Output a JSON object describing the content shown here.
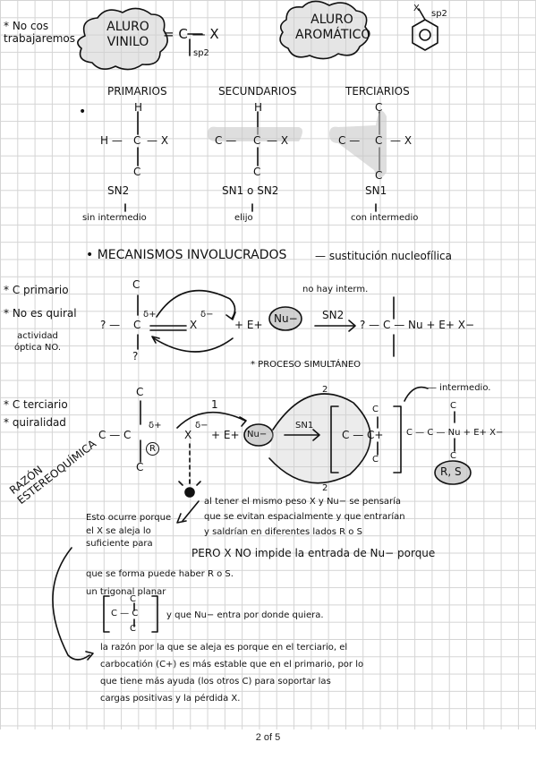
{
  "header": {
    "note": "* No cos trabajaremos",
    "cloud_vinyl": "ALURO VINILO",
    "vinyl_formula": "= C — X",
    "vinyl_sp2": "sp2",
    "cloud_aromatic": "ALURO AROMÁTICO",
    "ring_sp2": "sp2",
    "ring_x": "X"
  },
  "classes": [
    {
      "title": "PRIMARIOS",
      "top": "H",
      "left": "H —",
      "center": "C",
      "right": "— X",
      "bottom": "C",
      "mech": "SN2",
      "note": "sin intermedio"
    },
    {
      "title": "SECUNDARIOS",
      "top": "H",
      "left": "C —",
      "center": "C",
      "right": "— X",
      "bottom": "C",
      "mech": "SN1 o SN2",
      "note": "elijo"
    },
    {
      "title": "TERCIARIOS",
      "top": "C",
      "left": "C —",
      "center": "C",
      "right": "— X",
      "bottom": "C",
      "mech": "SN1",
      "note": "con intermedio"
    }
  ],
  "mechanisms": {
    "title": "• MECANISMOS INVOLUCRADOS",
    "subtitle": "— sustitución nucleofílica"
  },
  "primary_section": {
    "notes": [
      "* C primario",
      "* No es quiral",
      "actividad óptica NO."
    ],
    "no_intermediate": "no hay interm.",
    "arrow_label": "SN2",
    "reactant": "? — C — X + E+ Nu−",
    "reactant_c": "C",
    "reactant_x": "X",
    "delta_plus": "δ+",
    "delta_minus": "δ−",
    "electrophile": "+ E+",
    "nucleophile": "Nu−",
    "product": "? — C — Nu + E+ X−",
    "process": "* PROCESO SIMULTÁNEO"
  },
  "tertiary_section": {
    "notes": [
      "* C terciario",
      "* quiralidad"
    ],
    "step": "1",
    "step2": "2",
    "arrow_label": "SN1",
    "intermediate_label": "— intermedio.",
    "r_mark": "R",
    "reactant_left": "C — C",
    "reactant_x": "X",
    "delta_plus": "δ+",
    "delta_minus": "δ−",
    "electrophile": "+ E+",
    "nucleophile": "Nu−",
    "carbocation": "C — C+",
    "product": "C — C — Nu + E+ X−",
    "rs_label": "R, S",
    "side_label": "RAZÓN ESTEREOQUÍMICA"
  },
  "explanation": {
    "side_note": "Esto ocurre porque el X se aleja lo suficiente para",
    "lines": [
      "al tener el mismo peso X y Nu− se pensaría",
      "que se evitan espacialmente y que entrarían",
      "y saldrían en diferentes lados R o S",
      "PERO X NO impide la entrada de Nu− porque",
      "que se forma    puede haber R o S.",
      "un trigonal planar",
      "y que Nu− entra por donde quiera.",
      "la razón por la que se aleja es porque en el terciario, el",
      "carbocatión (C+) es más estable que en el primario, por lo",
      "que tiene más ayuda (los otros C) para soportar las",
      "cargas positivas y la pérdida X."
    ],
    "planar_left": "C — C",
    "planar_c_top": "C",
    "planar_c_bottom": "C"
  },
  "footer": {
    "page": "2 of 5"
  }
}
